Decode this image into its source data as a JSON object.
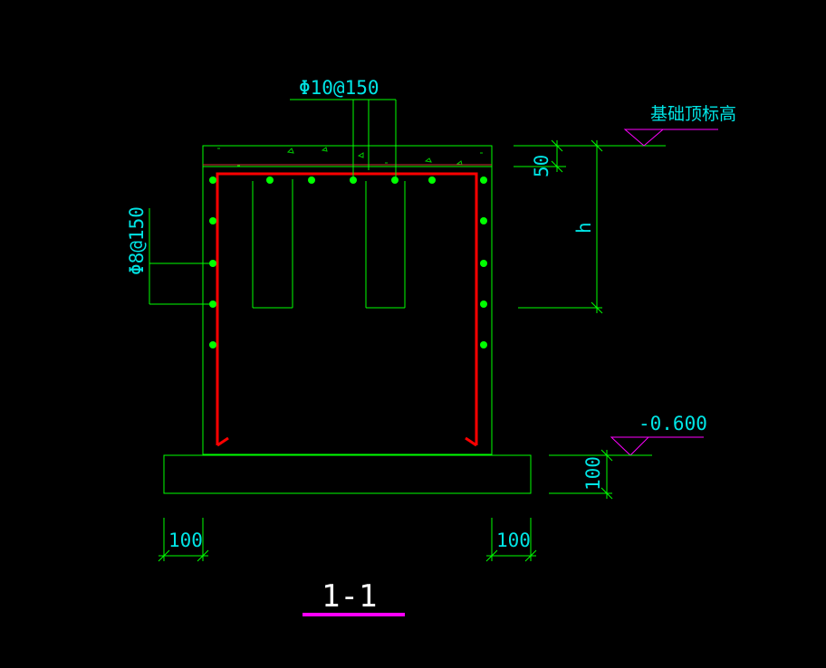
{
  "drawing": {
    "rebar_top": "Φ10@150",
    "rebar_side": "Φ8@150",
    "elev_top_label": "基础顶标高",
    "elev_bottom_label": "-0.600",
    "dim_cover": "50",
    "dim_height": "h",
    "dim_base": "100",
    "dim_left_offset": "100",
    "dim_right_offset": "100",
    "section_title": "1-1"
  },
  "colors": {
    "background": "#000000",
    "outline": "#00ff00",
    "rebar_stirrup": "#ff0000",
    "rebar_dots": "#00ff00",
    "text_cyan": "#00e5e5",
    "elevation_mark": "#ff00ff",
    "section_underline": "#ff00ff",
    "concrete_hatch": "#00cc00"
  }
}
